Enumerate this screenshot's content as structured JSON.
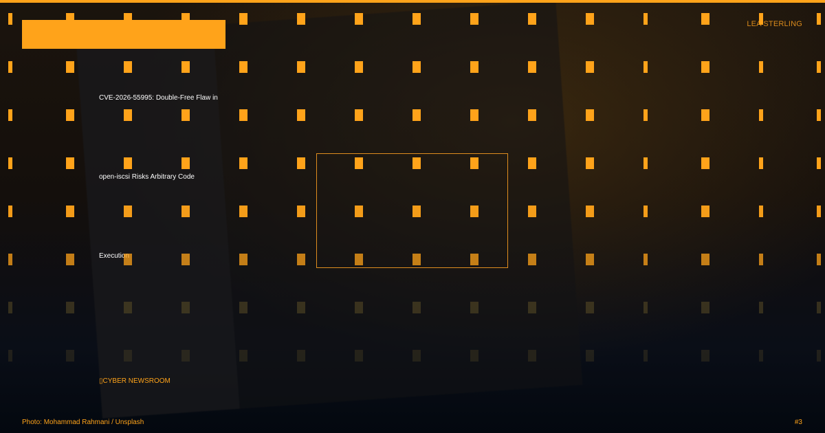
{
  "author": "LEA STERLING",
  "headline_lines": [
    "CVE-2026-55995: Double-Free Flaw in",
    "open-iscsi Risks Arbitrary Code",
    "Execution"
  ],
  "section_label": "CYBER NEWSROOM",
  "photo_credit": "Photo: Mohammad Rahmani / Unsplash",
  "page_number": "#3",
  "colors": {
    "accent": "#ffa31a",
    "background": "#0b0c10"
  }
}
